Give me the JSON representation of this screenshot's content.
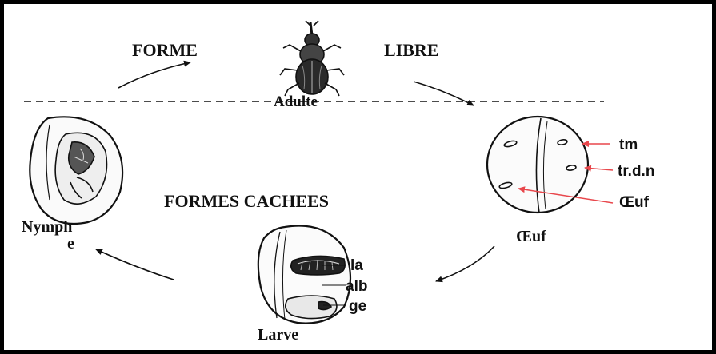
{
  "diagram": {
    "top": {
      "left_label": "FORME",
      "right_label": "LIBRE",
      "adult_label": "Adulte"
    },
    "center_label": "FORMES CACHEES",
    "stages": {
      "nymph_line1": "Nymph",
      "nymph_line2": "e",
      "egg": "Œuf",
      "larva": "Larve"
    },
    "egg_annotations": {
      "tm": "tm",
      "trdn": "tr.d.n",
      "oeuf": "Œuf"
    },
    "larva_annotations": {
      "la": "la",
      "alb": "alb",
      "ge": "ge"
    },
    "colors": {
      "annotation_arrow": "#e8474c",
      "ink": "#111111",
      "frame": "#000000"
    }
  }
}
